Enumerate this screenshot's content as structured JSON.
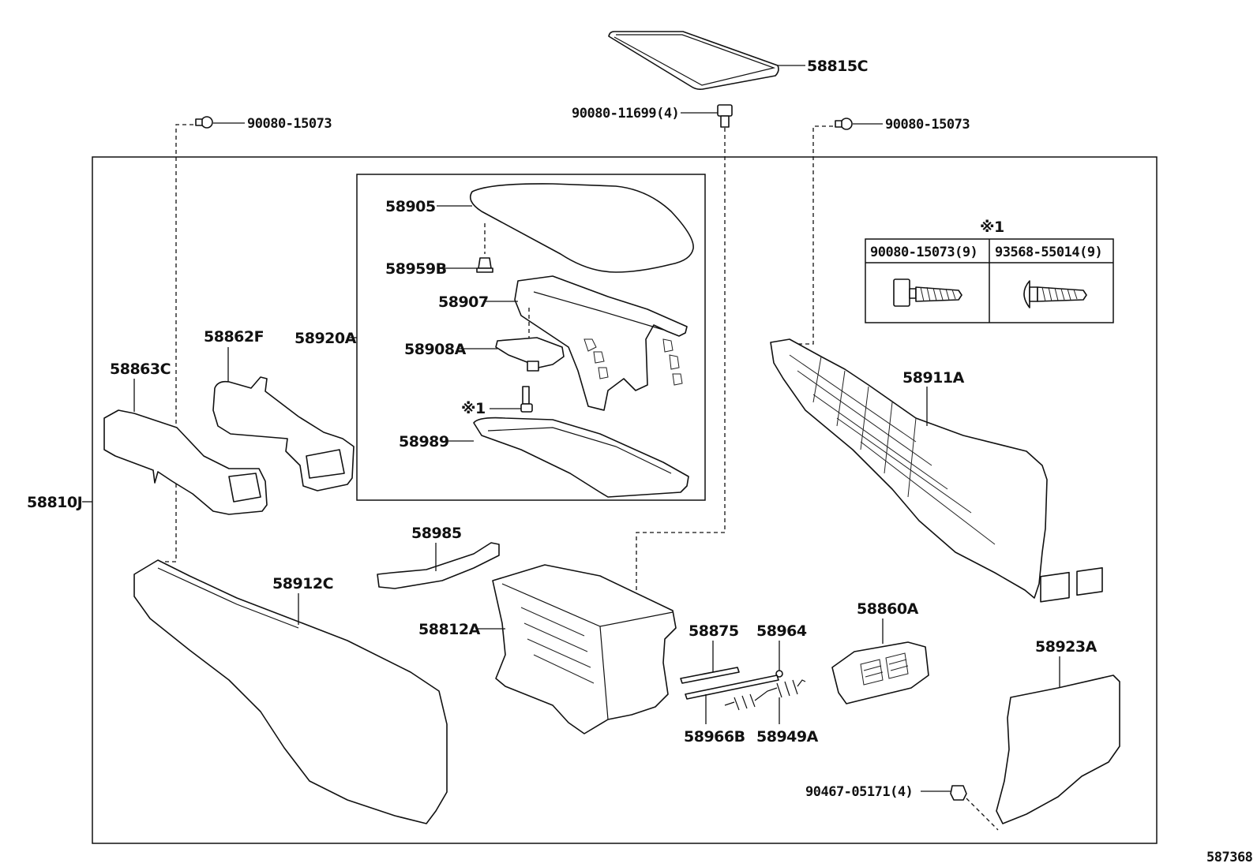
{
  "diagram_number": "587368",
  "fastener_legend": {
    "mark": "※1",
    "columns": [
      {
        "part": "90080-15073(9)",
        "icon": "hex-bolt-icon"
      },
      {
        "part": "93568-55014(9)",
        "icon": "round-head-screw-icon"
      }
    ]
  },
  "callouts": {
    "p58815C": "58815C",
    "p90080_11699": "90080-11699(4)",
    "p90080_15073_left": "90080-15073",
    "p90080_15073_right": "90080-15073",
    "p58905": "58905",
    "p58959B": "58959B",
    "p58907": "58907",
    "p58908A": "58908A",
    "mark1": "※1",
    "p58989": "58989",
    "p58920A": "58920A",
    "p58862F": "58862F",
    "p58863C": "58863C",
    "p58810J": "58810J",
    "p58911A": "58911A",
    "p58985": "58985",
    "p58912C": "58912C",
    "p58812A": "58812A",
    "p58875": "58875",
    "p58964": "58964",
    "p58860A": "58860A",
    "p58923A": "58923A",
    "p58966B": "58966B",
    "p58949A": "58949A",
    "p90467_05171": "90467-05171(4)"
  }
}
